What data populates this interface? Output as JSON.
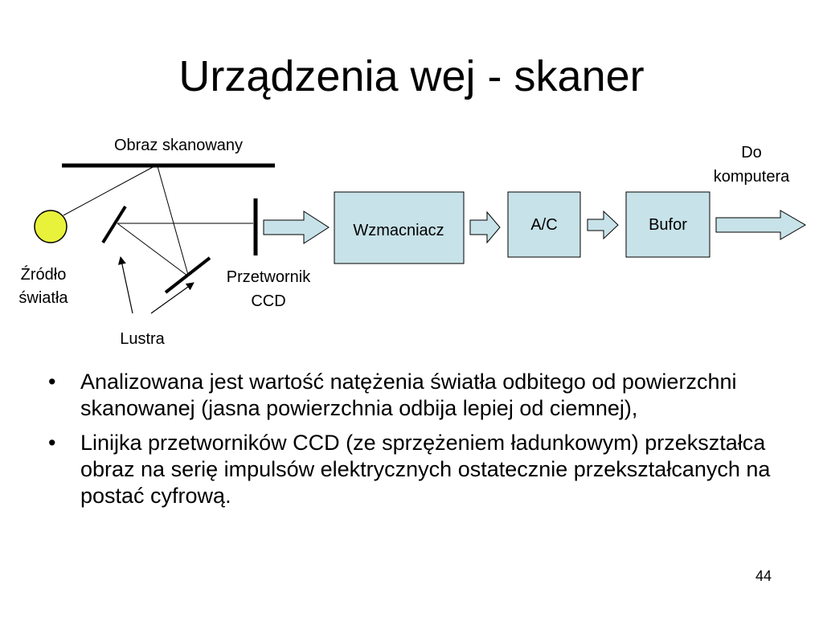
{
  "slide": {
    "title": "Urządzenia wej - skaner",
    "page_number": "44"
  },
  "diagram": {
    "labels": {
      "scanned_image": "Obraz skanowany",
      "to_computer_line1": "Do",
      "to_computer_line2": "komputera",
      "light_source_line1": "Źródło",
      "light_source_line2": "światła",
      "ccd_line1": "Przetwornik",
      "ccd_line2": "CCD",
      "mirrors": "Lustra"
    },
    "blocks": {
      "amplifier": "Wzmacniacz",
      "adc": "A/C",
      "buffer": "Bufor"
    },
    "colors": {
      "light_source_fill": "#e8f23a",
      "block_fill": "#c7e2e8",
      "arrow_fill": "#c7e2e8"
    }
  },
  "bullets": [
    {
      "mark": "•",
      "text": "Analizowana jest wartość natężenia światła odbitego od powierzchni skanowanej (jasna powierzchnia odbija lepiej od ciemnej),"
    },
    {
      "mark": "•",
      "text": "Linijka przetworników CCD (ze sprzężeniem ładunkowym) przekształca obraz na serię impulsów elektrycznych ostatecznie przekształcanych na postać cyfrową."
    }
  ]
}
